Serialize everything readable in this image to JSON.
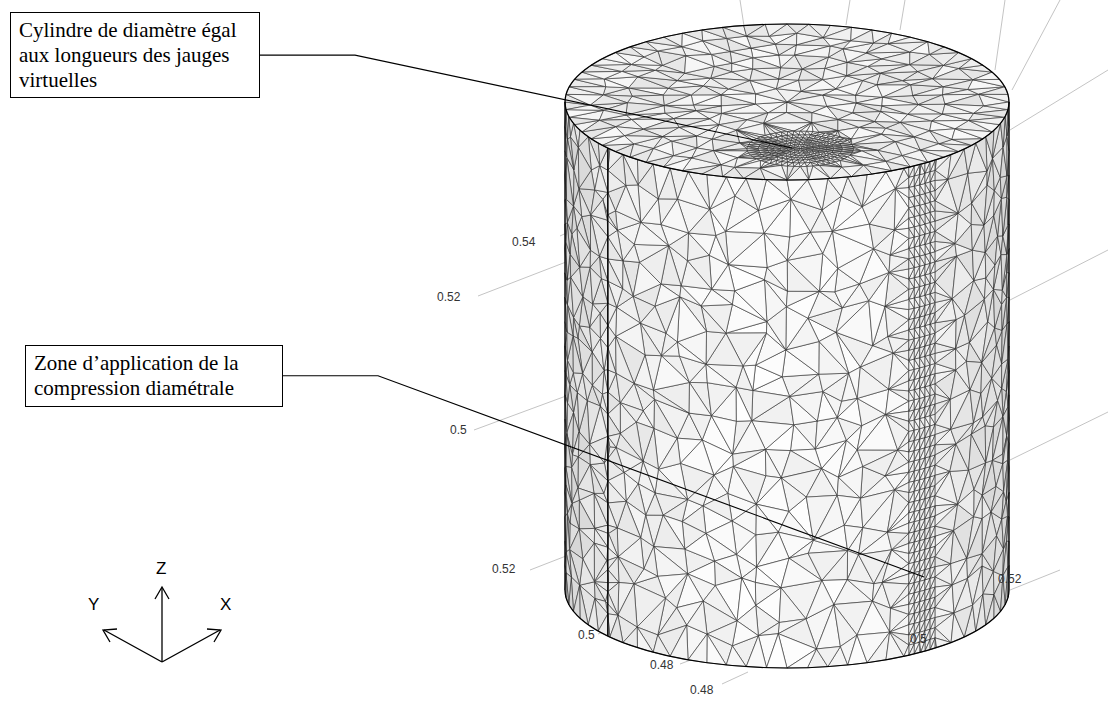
{
  "diagram": {
    "nodes": [
      {
        "text": [
          "Cylindre de diamètre égal aux longueurs des jauges virtuelles"
        ]
      },
      {
        "text": [
          "Zone d’application de la compression diamétrale"
        ]
      }
    ],
    "labels": [
      "0.54",
      "0.52",
      "0.5",
      "0.52",
      "0.5",
      "0.48",
      "0.48",
      "0.5",
      "0.52",
      "Z",
      "Y",
      "X"
    ]
  }
}
